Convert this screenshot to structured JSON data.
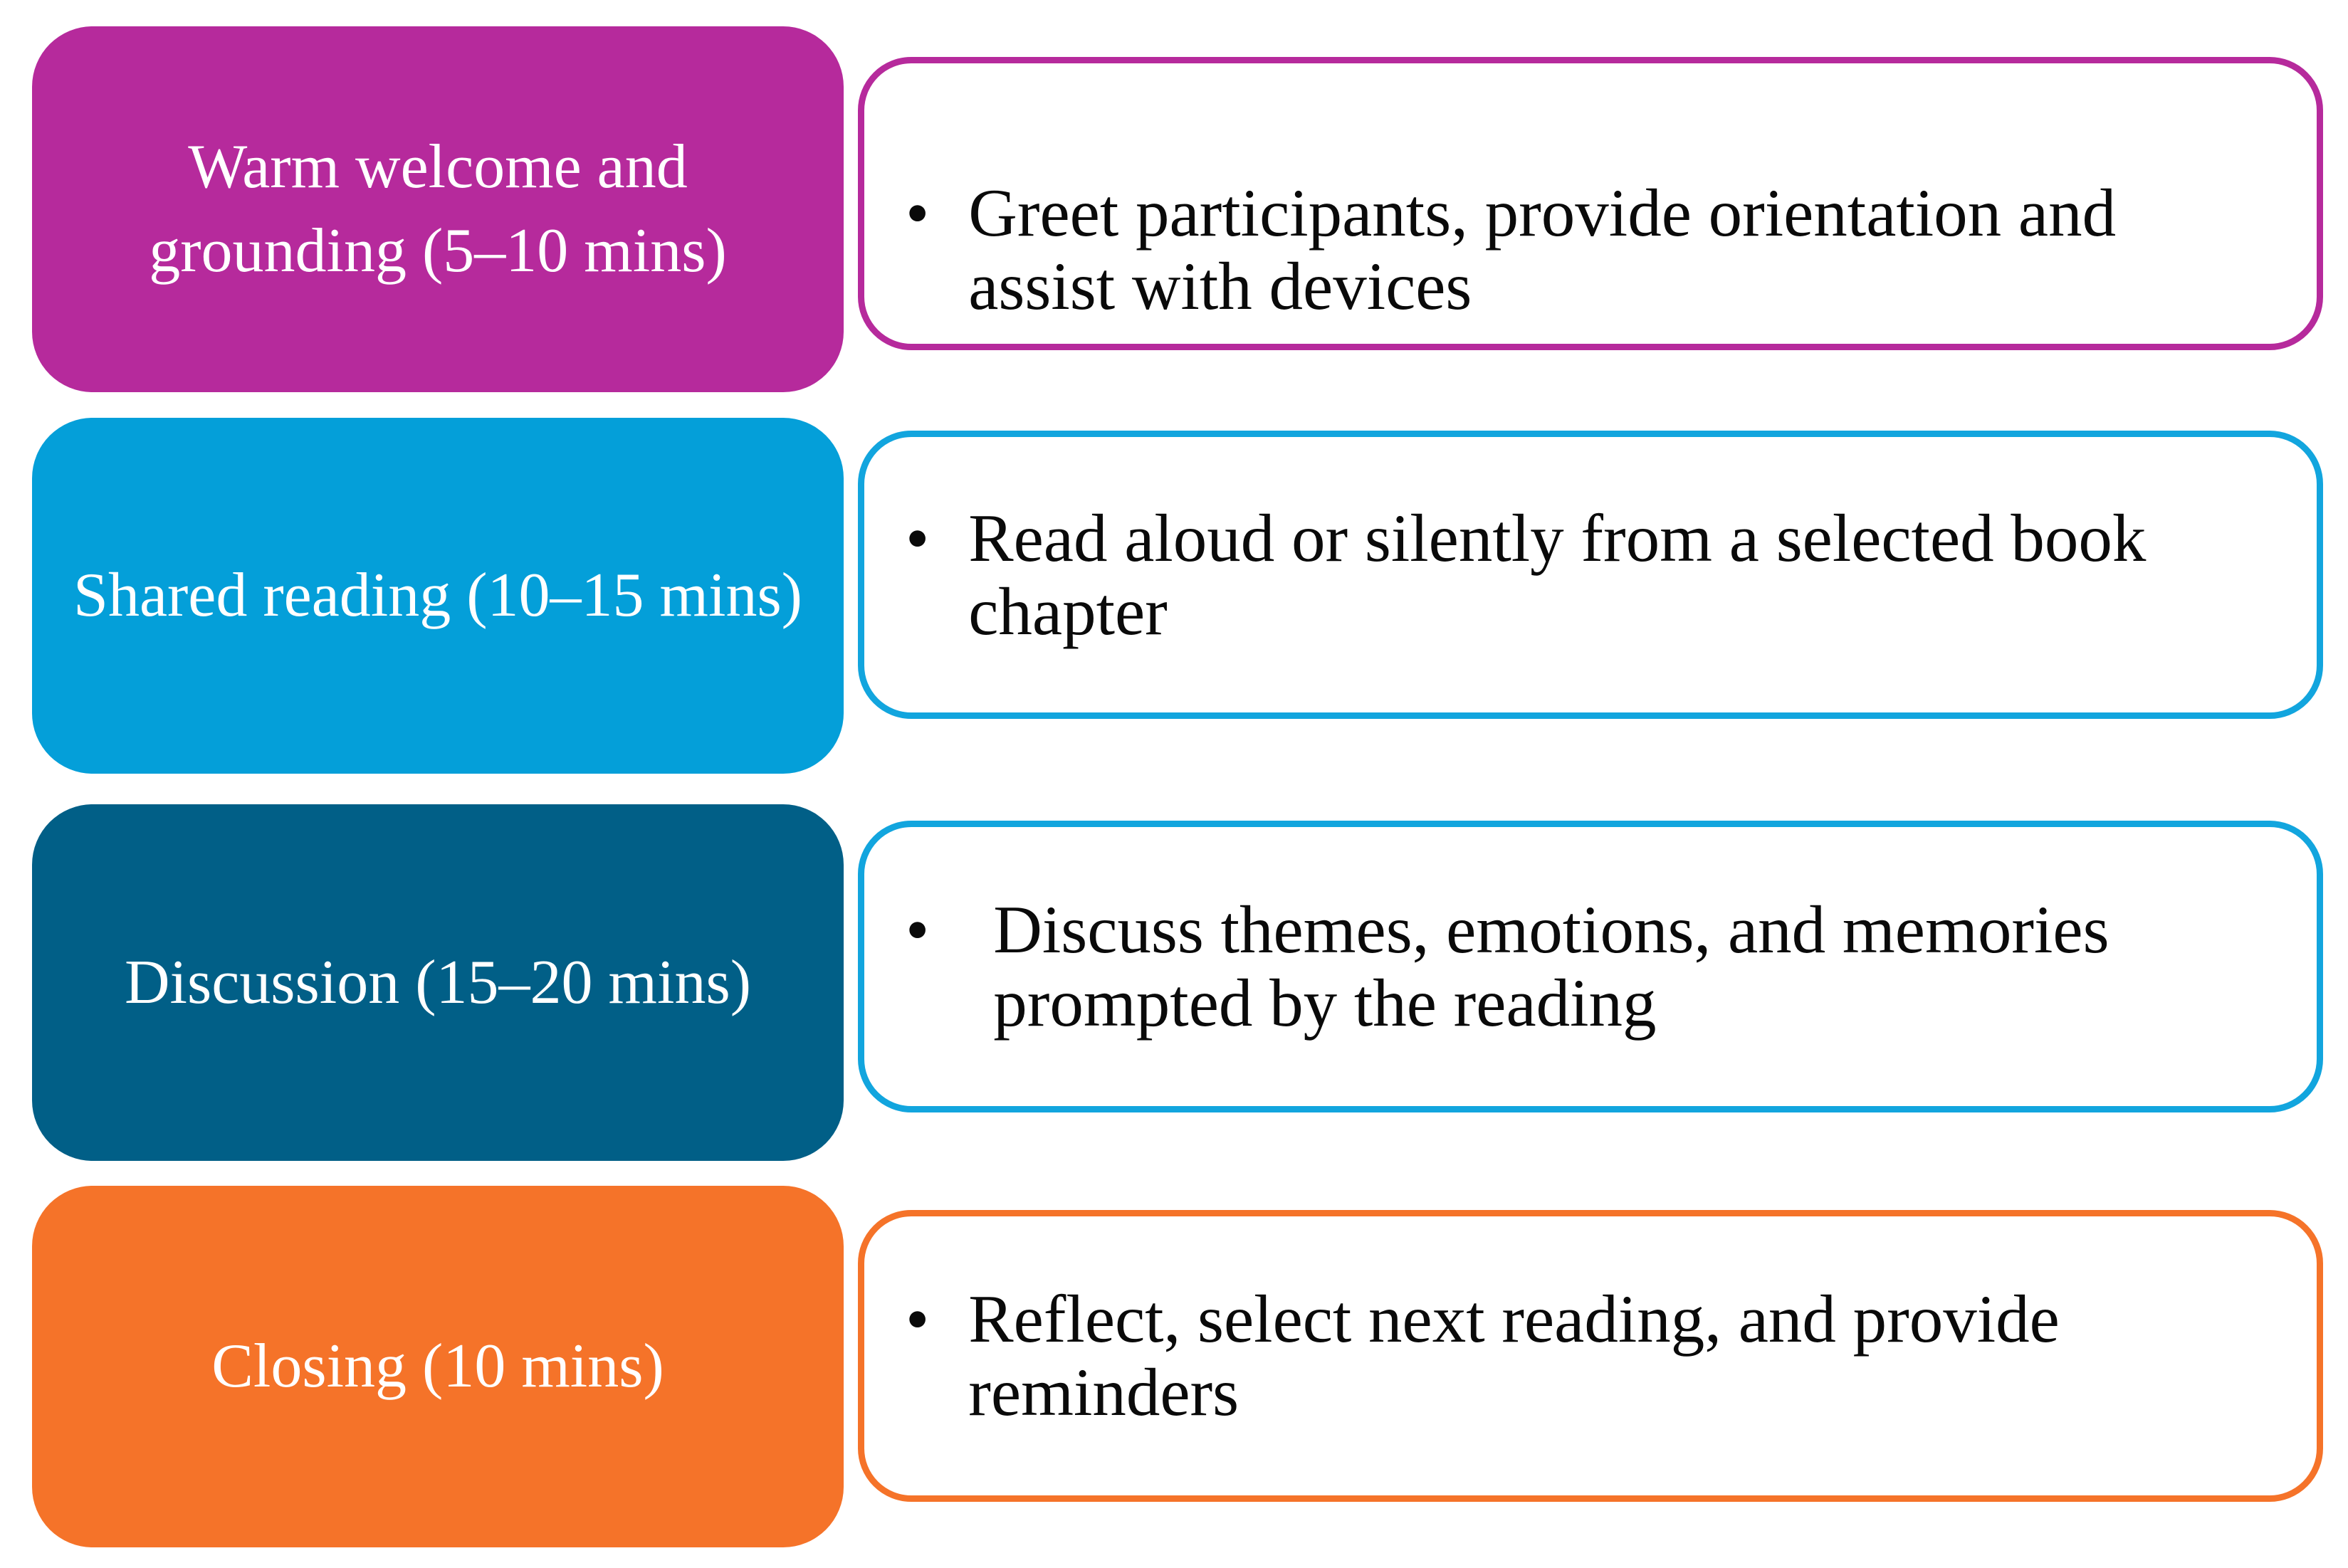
{
  "palette": {
    "magenta": "#b62a9c",
    "blue": "#049fd9",
    "blue_border": "#12a5de",
    "teal": "#015f87",
    "orange": "#f57329",
    "detail_bg": "#ffffff",
    "label_text": "#ffffff",
    "detail_text": "#0a0a0a"
  },
  "bullet_glyph": "•",
  "rows": [
    {
      "stage": "warm-welcome",
      "label_lines": [
        "Warm welcome and",
        "grounding (5–10 mins)"
      ],
      "label_bg": "#b62a9c",
      "detail_border": "#b62a9c",
      "bullet_lines": [
        "Greet participants, provide orientation and",
        "assist with devices"
      ]
    },
    {
      "stage": "shared-reading",
      "label_lines": [
        "Shared reading (10–15 mins)"
      ],
      "label_bg": "#049fd9",
      "detail_border": "#12a5de",
      "bullet_lines": [
        "Read aloud or silently from a selected book",
        "chapter"
      ]
    },
    {
      "stage": "discussion",
      "label_lines": [
        "Discussion (15–20 mins)"
      ],
      "label_bg": "#015f87",
      "detail_border": "#12a5de",
      "bullet_lines": [
        "Discuss themes, emotions, and memories",
        "prompted by the reading"
      ]
    },
    {
      "stage": "closing",
      "label_lines": [
        "Closing (10 mins)"
      ],
      "label_bg": "#f57329",
      "detail_border": "#f57329",
      "bullet_lines": [
        "Reflect, select next reading, and provide",
        "reminders"
      ]
    }
  ]
}
